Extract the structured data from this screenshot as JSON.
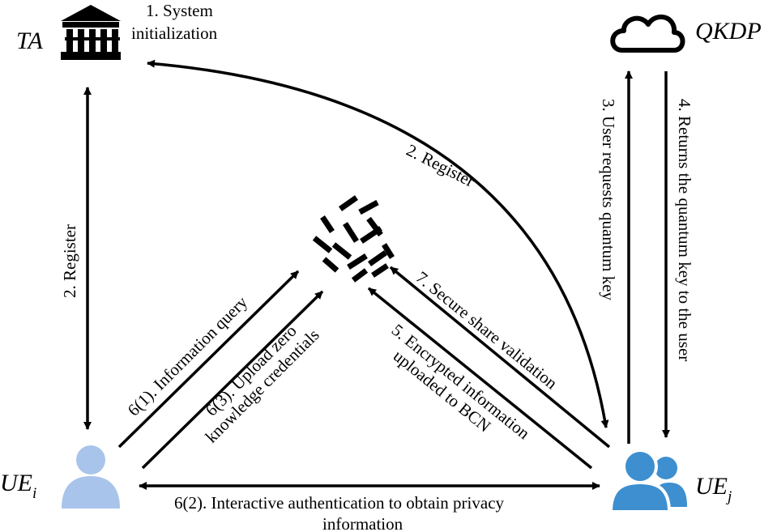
{
  "nodes": {
    "ta": {
      "label": "TA",
      "icon": "bank-icon"
    },
    "qkdp": {
      "label": "QKDP",
      "icon": "cloud-icon"
    },
    "bcn": {
      "icon": "blockchain-network-icon"
    },
    "ue_i": {
      "label": "UE",
      "subscript": "i",
      "icon": "user-icon",
      "color": "#a9c4ea"
    },
    "ue_j": {
      "label": "UE",
      "subscript": "j",
      "icon": "users-icon",
      "color": "#3d8fcf"
    }
  },
  "steps": {
    "s1_line1": "1. System",
    "s1_line2": "initialization",
    "s2_left": "2. Register",
    "s2_curve": "2. Register",
    "s3": "3. User requests quantum key",
    "s4": "4. Returns the quantum key to the user",
    "s5_line1": "5. Encrypted information",
    "s5_line2": "uploaded to BCN",
    "s6_1": "6(1). Information query",
    "s6_2_line1": "6(2). Interactive authentication to obtain privacy",
    "s6_2_line2": "information",
    "s6_3_line1": "6(3). Upload zero",
    "s6_3_line2": "knowledge credentials",
    "s7": "7. Secure share validation"
  },
  "colors": {
    "stroke": "#000000",
    "ue_i": "#a9c4ea",
    "ue_j": "#3d8fcf"
  }
}
